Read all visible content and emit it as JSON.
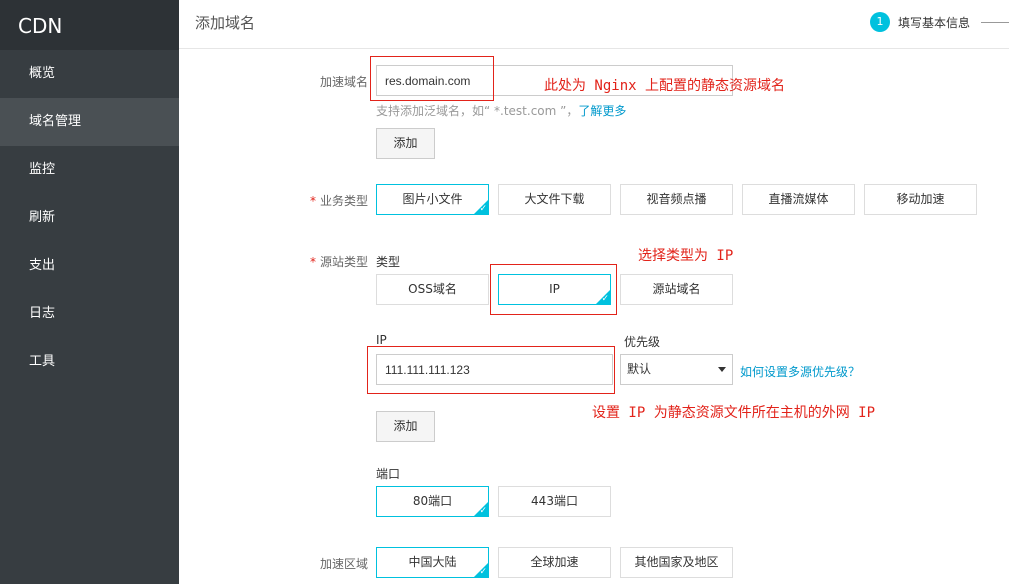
{
  "sidebar": {
    "title": "CDN",
    "items": [
      {
        "label": "概览"
      },
      {
        "label": "域名管理"
      },
      {
        "label": "监控"
      },
      {
        "label": "刷新"
      },
      {
        "label": "支出"
      },
      {
        "label": "日志"
      },
      {
        "label": "工具"
      }
    ]
  },
  "header": {
    "title": "添加域名",
    "step_number": "1",
    "step_label": "填写基本信息"
  },
  "domain": {
    "label": "加速域名",
    "value": "res.domain.com",
    "hint_prefix": "支持添加泛域名，如“ *.test.com ”，",
    "hint_link": "了解更多",
    "add_button": "添加",
    "annotation": "此处为 Nginx 上配置的静态资源域名"
  },
  "business_type": {
    "label": "业务类型",
    "options": [
      "图片小文件",
      "大文件下载",
      "视音频点播",
      "直播流媒体",
      "移动加速"
    ],
    "selected": "图片小文件"
  },
  "origin": {
    "label": "源站类型",
    "type_label": "类型",
    "options": [
      "OSS域名",
      "IP",
      "源站域名"
    ],
    "selected": "IP",
    "annotation": "选择类型为 IP",
    "ip_label": "IP",
    "ip_value": "111.111.111.123",
    "priority_label": "优先级",
    "priority_value": "默认",
    "priority_link": "如何设置多源优先级？",
    "ip_annotation": "设置 IP 为静态资源文件所在主机的外网 IP",
    "add_button": "添加",
    "port_label": "端口",
    "ports": [
      "80端口",
      "443端口"
    ],
    "port_selected": "80端口"
  },
  "region": {
    "label": "加速区域",
    "options": [
      "中国大陆",
      "全球加速",
      "其他国家及地区"
    ],
    "selected": "中国大陆"
  },
  "colors": {
    "accent": "#00c1de",
    "annotation": "#e2231a",
    "sidebar_bg": "#373d41"
  }
}
